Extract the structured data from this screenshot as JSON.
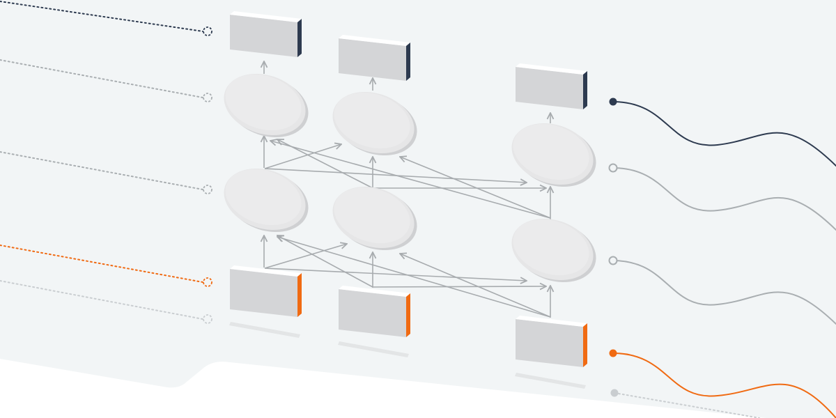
{
  "theme": {
    "background": "#ffffff",
    "panel": "#f2f5f6",
    "navy": "#2d3a4f",
    "orange": "#f06a12",
    "gray_line": "#a9aeb1",
    "faint_line": "#c9cdd0",
    "box_face": "#d4d5d7",
    "box_top": "#ffffff",
    "box_base_shadow": "#e3e5e6",
    "node_face": "#e6e6e7",
    "node_rim": "#cfd0d2",
    "arrow": "#a7abae"
  },
  "diagram": {
    "type": "neural-network",
    "layers": [
      {
        "role": "input",
        "accent": "orange",
        "count": 3
      },
      {
        "role": "hidden",
        "count": 3
      },
      {
        "role": "hidden",
        "count": 3
      },
      {
        "role": "output",
        "accent": "navy",
        "count": 3
      }
    ],
    "left_connectors": [
      {
        "style": "dotted",
        "color": "navy"
      },
      {
        "style": "dotted",
        "color": "gray"
      },
      {
        "style": "dotted",
        "color": "gray"
      },
      {
        "style": "dotted",
        "color": "orange"
      },
      {
        "style": "dotted",
        "color": "faint"
      }
    ],
    "right_waves": [
      {
        "style": "solid",
        "color": "navy",
        "marker": "filled"
      },
      {
        "style": "solid",
        "color": "gray",
        "marker": "hollow"
      },
      {
        "style": "solid",
        "color": "gray",
        "marker": "hollow"
      },
      {
        "style": "solid",
        "color": "orange",
        "marker": "filled"
      },
      {
        "style": "dotted",
        "color": "faint",
        "marker": "filled"
      }
    ],
    "icons": [
      "dashed-circle-icon",
      "circle-icon",
      "arrow-icon"
    ]
  }
}
